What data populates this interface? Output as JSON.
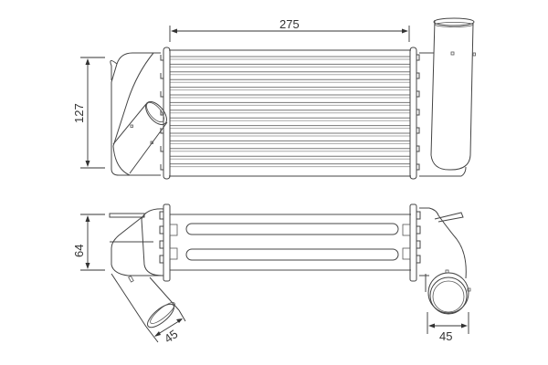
{
  "drawing": {
    "subject": "intercooler",
    "line_color": "#444444",
    "background": "#ffffff",
    "views": [
      {
        "name": "front-view",
        "dimensions": {
          "width": "275",
          "height": "127"
        }
      },
      {
        "name": "top-view",
        "dimensions": {
          "depth": "64",
          "inlet_diameter": "45",
          "outlet_diameter": "45"
        }
      }
    ]
  },
  "dims": {
    "width": "275",
    "height": "127",
    "depth": "64",
    "inlet": "45",
    "outlet": "45"
  }
}
